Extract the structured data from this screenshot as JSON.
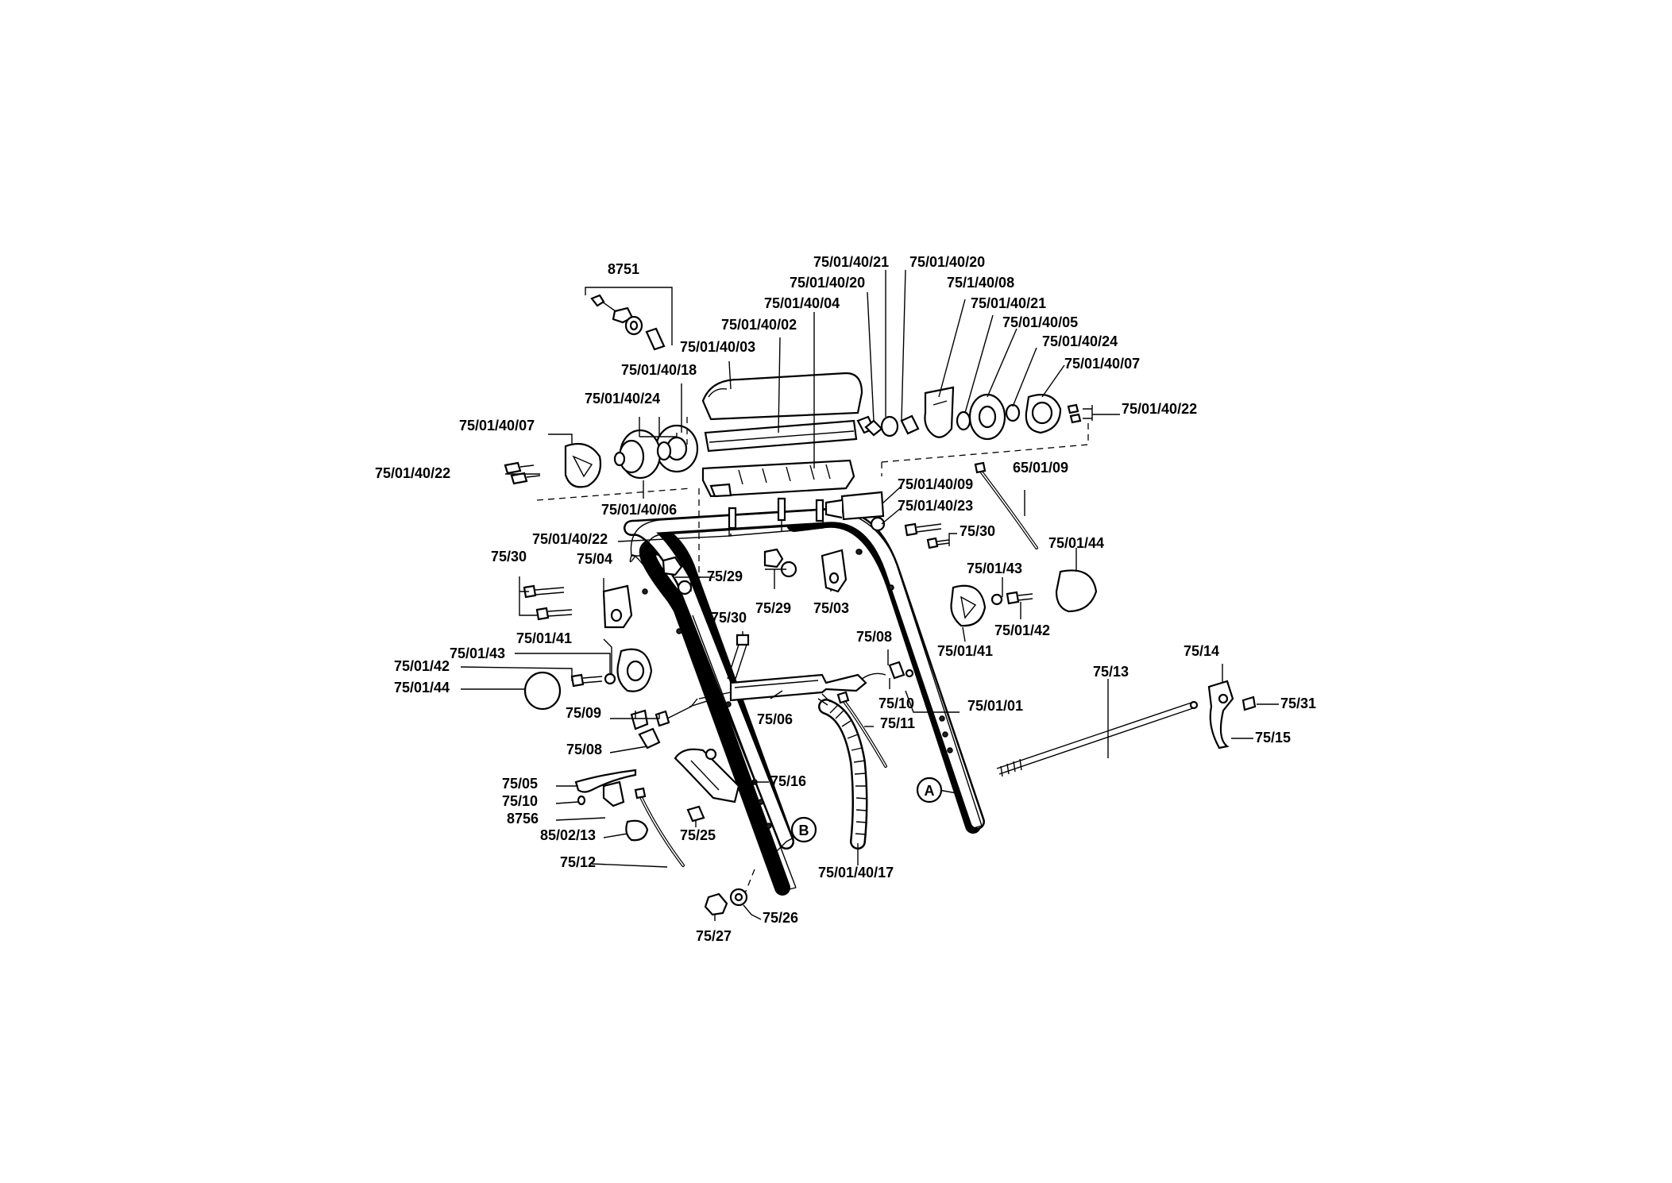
{
  "labels": {
    "p8751": "8751",
    "p75_01_40_21_top": "75/01/40/21",
    "p75_01_40_20_top": "75/01/40/20",
    "p75_01_40_20_b": "75/01/40/20",
    "p75_1_40_08": "75/1/40/08",
    "p75_01_40_04": "75/01/40/04",
    "p75_01_40_21_b": "75/01/40/21",
    "p75_01_40_02": "75/01/40/02",
    "p75_01_40_05": "75/01/40/05",
    "p75_01_40_03": "75/01/40/03",
    "p75_01_40_24_r": "75/01/40/24",
    "p75_01_40_18": "75/01/40/18",
    "p75_01_40_07_r": "75/01/40/07",
    "p75_01_40_24_l": "75/01/40/24",
    "p75_01_40_22_r": "75/01/40/22",
    "p75_01_40_07_l": "75/01/40/07",
    "p65_01_09": "65/01/09",
    "p75_01_40_22_l": "75/01/40/22",
    "p75_01_40_09": "75/01/40/09",
    "p75_01_40_23": "75/01/40/23",
    "p75_01_40_06": "75/01/40/06",
    "p75_30_r": "75/30",
    "p75_01_40_22_m": "75/01/40/22",
    "p75_01_44_r": "75/01/44",
    "p75_30_l": "75/30",
    "p75_04": "75/04",
    "p75_29_a": "75/29",
    "p75_01_43_r": "75/01/43",
    "p75_29_b": "75/29",
    "p75_03": "75/03",
    "p75_01_42_r": "75/01/42",
    "p75_01_41_r": "75/01/41",
    "p75_30_m": "75/30",
    "p75_01_41_l": "75/01/41",
    "p75_08_r": "75/08",
    "p75_01_43_l": "75/01/43",
    "p75_14": "75/14",
    "p75_01_42_l": "75/01/42",
    "p75_13": "75/13",
    "p75_01_44_l": "75/01/44",
    "p75_10_r": "75/10",
    "p75_01_01": "75/01/01",
    "p75_31": "75/31",
    "p75_09": "75/09",
    "p75_06": "75/06",
    "p75_11": "75/11",
    "p75_15": "75/15",
    "p75_08_l": "75/08",
    "p75_16": "75/16",
    "p75_05": "75/05",
    "p75_10_l": "75/10",
    "p8756": "8756",
    "p85_02_13": "85/02/13",
    "p75_25": "75/25",
    "p75_12": "75/12",
    "p75_01_40_17": "75/01/40/17",
    "p75_26": "75/26",
    "p75_27": "75/27",
    "callout_a": "A",
    "callout_b": "B"
  }
}
